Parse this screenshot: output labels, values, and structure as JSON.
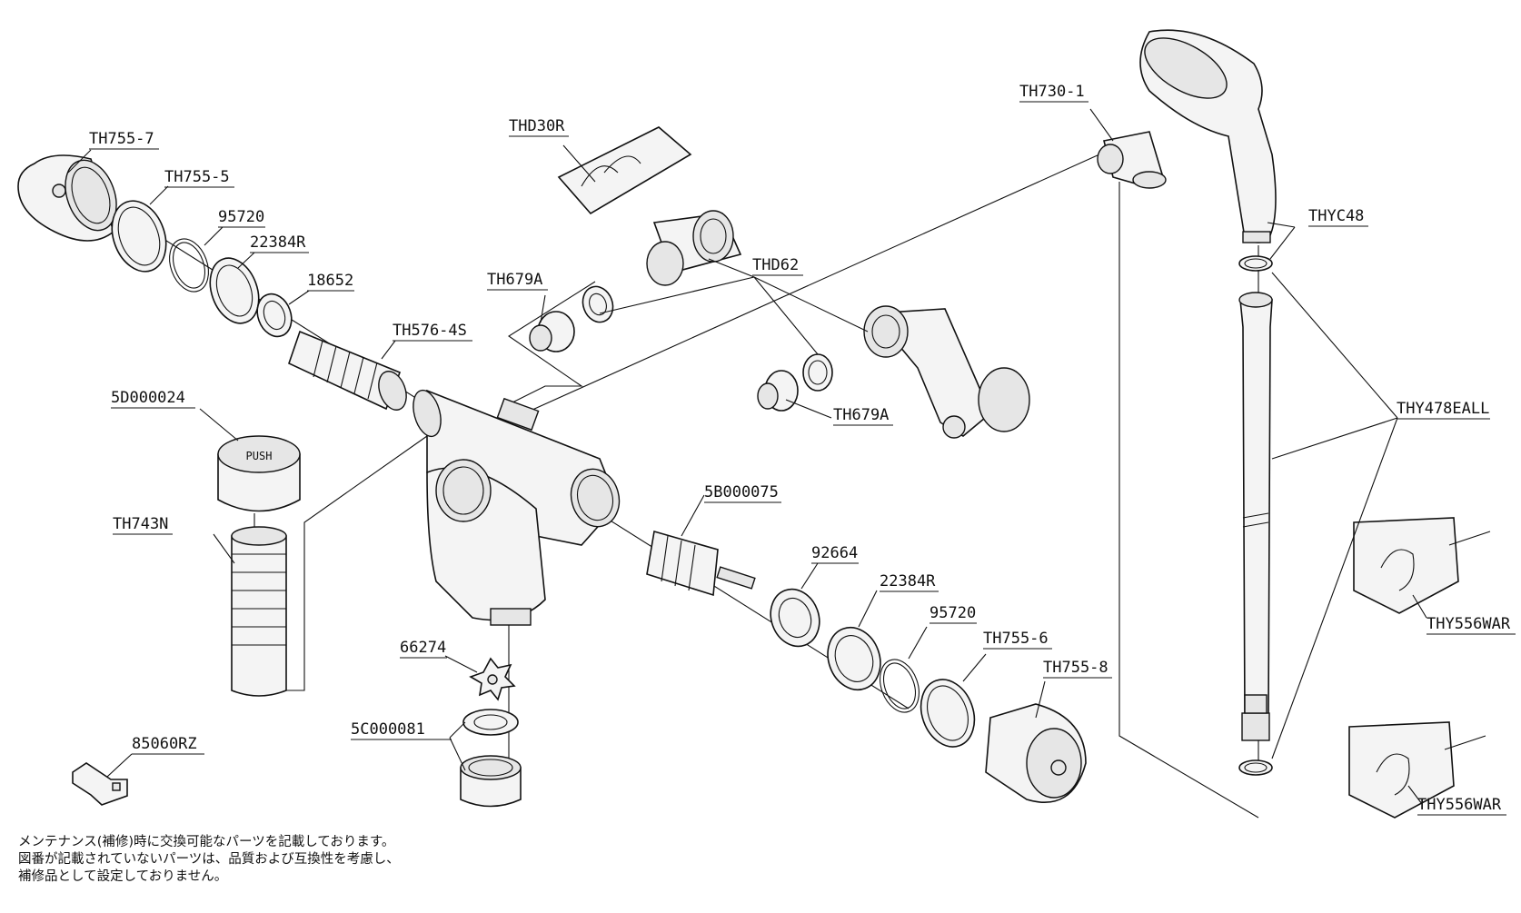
{
  "labels": {
    "th755_7": "TH755-7",
    "th755_5": "TH755-5",
    "p95720_a": "95720",
    "p22384r_a": "22384R",
    "p18652": "18652",
    "th576_4s": "TH576-4S",
    "p5d000024": "5D000024",
    "th743n": "TH743N",
    "p85060rz": "85060RZ",
    "thd30r": "THD30R",
    "th679a_a": "TH679A",
    "thd62": "THD62",
    "th679a_b": "TH679A",
    "th730_1": "TH730-1",
    "thyc48": "THYC48",
    "thy478eall": "THY478EALL",
    "thy556war_a": "THY556WAR",
    "thy556war_b": "THY556WAR",
    "p5b000075": "5B000075",
    "p92664": "92664",
    "p22384r_b": "22384R",
    "p95720_b": "95720",
    "th755_6": "TH755-6",
    "th755_8": "TH755-8",
    "p66274": "66274",
    "p5c000081": "5C000081"
  },
  "part_text": {
    "push_cap": "PUSH"
  },
  "note": {
    "line1": "メンテナンス(補修)時に交換可能なパーツを記載しております。",
    "line2": "図番が記載されていないパーツは、品質および互換性を考慮し、",
    "line3": "補修品として設定しておりません。"
  }
}
